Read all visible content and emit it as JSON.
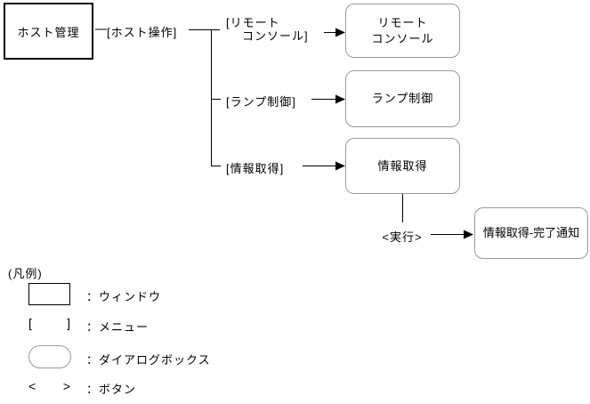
{
  "diagram": {
    "window": {
      "label": "ホスト管理"
    },
    "root_menu": {
      "label": "[ホスト操作]"
    },
    "menus": {
      "remote_console": {
        "line1": "[リモート",
        "line2": "コンソール]"
      },
      "lamp_control": {
        "label": "[ランプ制御]"
      },
      "info_acquisition": {
        "label": "[情報取得]"
      }
    },
    "dialogs": {
      "remote_console": {
        "line1": "リモート",
        "line2": "コンソール"
      },
      "lamp_control": {
        "label": "ランプ制御"
      },
      "info_acquisition": {
        "label": "情報取得"
      },
      "info_complete": {
        "label": "情報取得-完了通知"
      }
    },
    "button": {
      "label": "<実行>"
    }
  },
  "legend": {
    "title": "(凡例)",
    "items": [
      {
        "kind": "window",
        "label": "：ウィンドウ"
      },
      {
        "kind": "menu",
        "open": "[",
        "close": "]",
        "label": "：メニュー"
      },
      {
        "kind": "dialog",
        "label": "：ダイアログボックス"
      },
      {
        "kind": "button",
        "open": "<",
        "close": ">",
        "label": "：ボタン"
      }
    ]
  },
  "colors": {
    "background": "#ffffff",
    "line": "#000000",
    "dialog_border": "#9a9a9a"
  }
}
